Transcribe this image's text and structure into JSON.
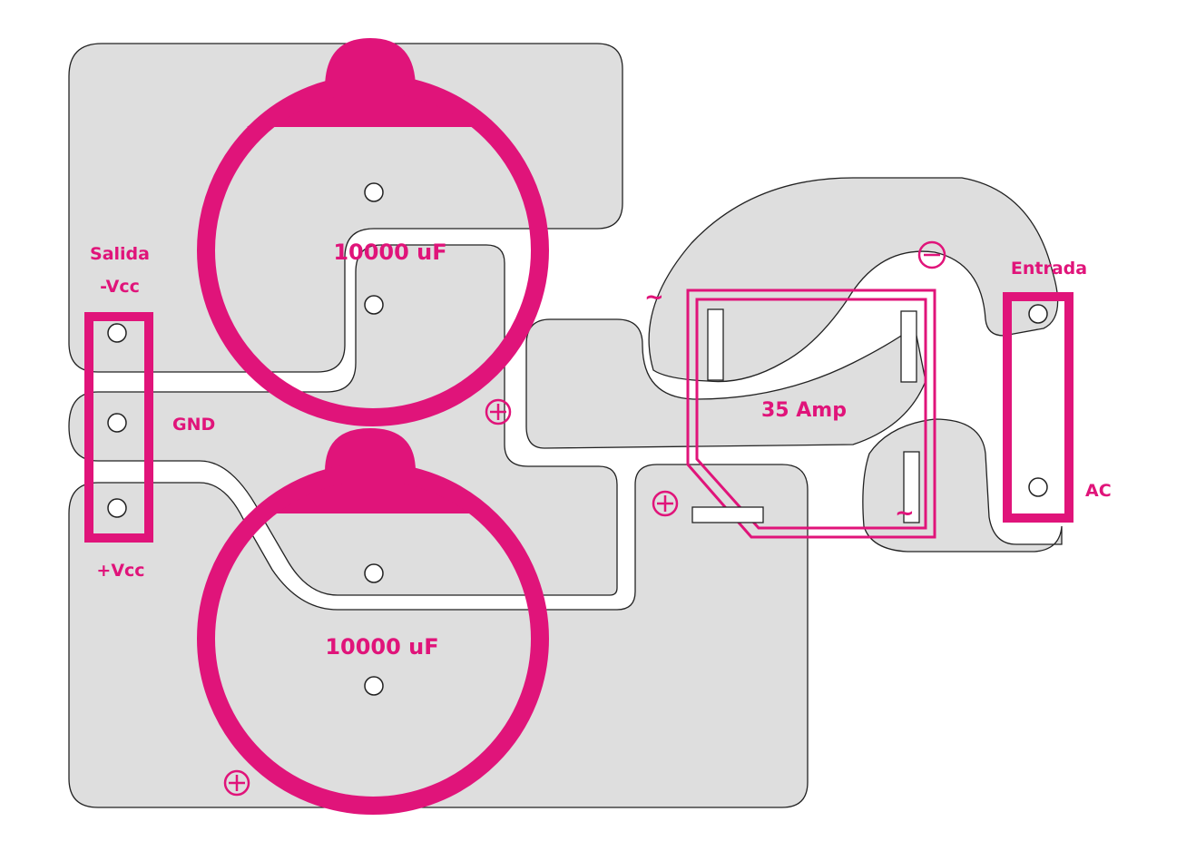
{
  "diagram": {
    "labels": {
      "output": "Salida",
      "neg_vcc": "-Vcc",
      "gnd": "GND",
      "pos_vcc": "+Vcc",
      "input": "Entrada",
      "ac": "AC",
      "bridge": "35 Amp"
    },
    "capacitors": [
      {
        "value": "10000 uF"
      },
      {
        "value": "10000 uF"
      }
    ],
    "symbols": {
      "tilde": "~"
    },
    "colors": {
      "accent": "#e0147a",
      "copper": "#dedede",
      "outline": "#222222",
      "board": "#ffffff"
    }
  }
}
